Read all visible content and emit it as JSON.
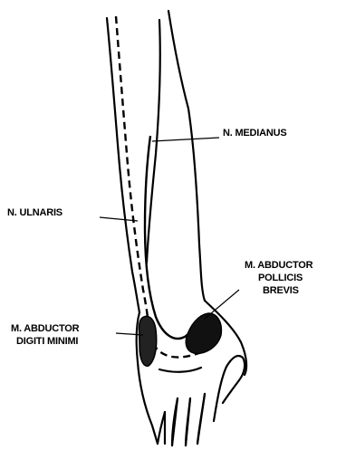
{
  "labels": {
    "medianus": "N. MEDIANUS",
    "ulnaris": "N. ULNARIS",
    "abductor_pollicis": [
      "M. ABDUCTOR",
      "POLLICIS",
      "BREVIS"
    ],
    "abductor_digiti": [
      "M. ABDUCTOR",
      "DIGITI MINIMI"
    ]
  },
  "colors": {
    "line": "#000000",
    "background": "#ffffff"
  }
}
